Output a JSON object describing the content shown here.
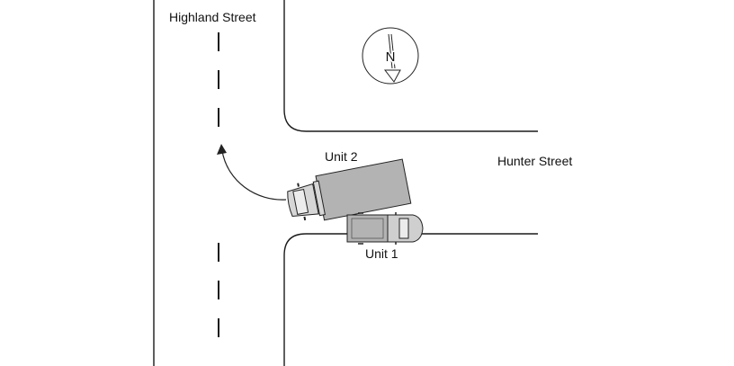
{
  "labels": {
    "highland_street": "Highland Street",
    "hunter_street": "Hunter Street",
    "unit_1": "Unit 1",
    "unit_2": "Unit 2",
    "north": "N"
  },
  "colors": {
    "line": "#1a1a1a",
    "vehicle_fill": "#b3b3b3",
    "cab_fill": "#d6d6d6"
  },
  "icons": {
    "north_arrow": "compass-arrow-down",
    "turn_path": "curved-arrow"
  }
}
